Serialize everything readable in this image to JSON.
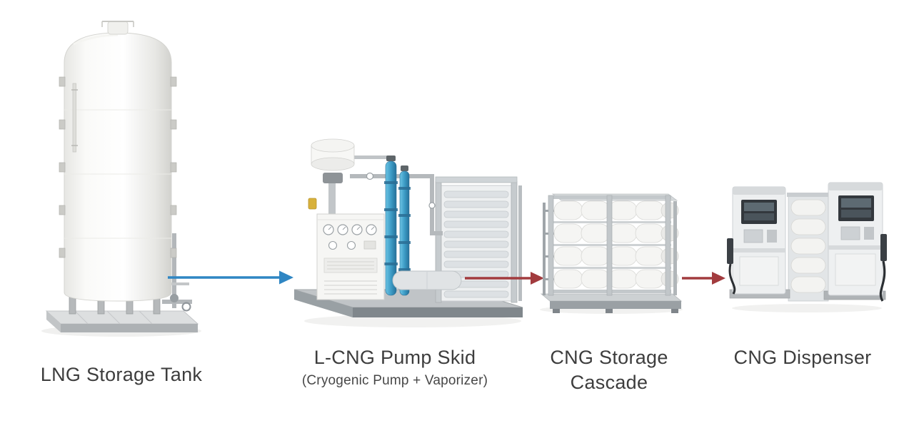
{
  "page": {
    "background_color": "#ffffff",
    "text_color": "#3d3d3d"
  },
  "diagram": {
    "stages": [
      {
        "id": "lng-storage-tank",
        "label": "LNG Storage Tank"
      },
      {
        "id": "l-cng-pump-skid",
        "label": "L-CNG Pump Skid",
        "sublabel": "(Cryogenic Pump + Vaporizer)"
      },
      {
        "id": "cng-storage-cascade",
        "label": "CNG Storage Cascade"
      },
      {
        "id": "cng-dispenser",
        "label": "CNG Dispenser"
      }
    ],
    "arrows": [
      {
        "from": "lng-storage-tank",
        "to": "l-cng-pump-skid",
        "color": "#2f86c3"
      },
      {
        "from": "l-cng-pump-skid",
        "to": "cng-storage-cascade",
        "color": "#a23b3e"
      },
      {
        "from": "cng-storage-cascade",
        "to": "cng-dispenser",
        "color": "#a23b3e"
      }
    ]
  }
}
